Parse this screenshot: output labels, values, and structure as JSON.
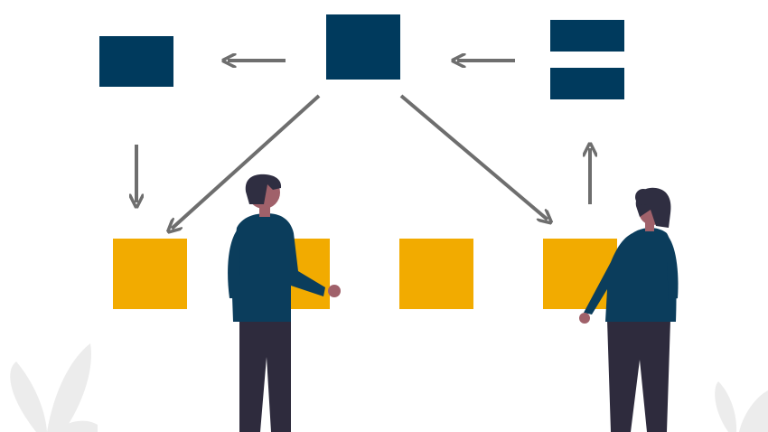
{
  "colors": {
    "background": "#ffffff",
    "navy_block": "#003a5d",
    "yellow_block": "#f2ab00",
    "arrow": "#6e6e6e",
    "suit": "#0b3d5c",
    "pants": "#2e2b3d",
    "skin": "#a0616a",
    "hair": "#2f2e41",
    "plant": "#ececec"
  },
  "diagram": {
    "text_labels": [],
    "nodes": [
      {
        "name": "top-left-block",
        "shape": "rectangle",
        "color": "navy_block"
      },
      {
        "name": "top-center-block",
        "shape": "square",
        "color": "navy_block"
      },
      {
        "name": "top-right-stacked-bars",
        "shape": "two-bars",
        "color": "navy_block"
      },
      {
        "name": "yellow-square-1",
        "shape": "square",
        "color": "yellow_block"
      },
      {
        "name": "yellow-square-2",
        "shape": "square",
        "color": "yellow_block"
      },
      {
        "name": "yellow-square-3",
        "shape": "square",
        "color": "yellow_block"
      },
      {
        "name": "yellow-square-4",
        "shape": "square",
        "color": "yellow_block"
      }
    ],
    "edges": [
      {
        "from": "top-center-block",
        "to": "top-left-block",
        "direction": "left"
      },
      {
        "from": "top-right-stacked-bars",
        "to": "top-center-block",
        "direction": "left"
      },
      {
        "from": "top-left-block",
        "to": "yellow-square-1",
        "direction": "down"
      },
      {
        "from": "top-center-block",
        "to": "yellow-square-1",
        "direction": "down-left"
      },
      {
        "from": "top-center-block",
        "to": "yellow-square-4",
        "direction": "down-right"
      },
      {
        "from": "yellow-square-4",
        "to": "top-right-stacked-bars",
        "direction": "up"
      }
    ],
    "figures": [
      {
        "name": "man-figure",
        "description-free": true
      },
      {
        "name": "woman-figure",
        "description-free": true
      }
    ]
  }
}
